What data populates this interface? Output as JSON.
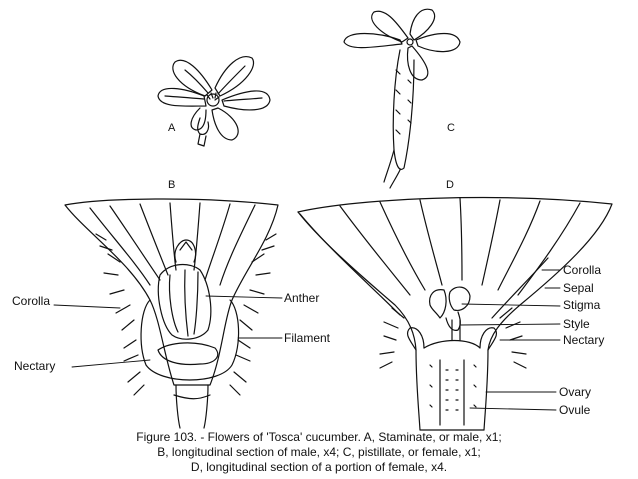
{
  "panels": {
    "a": "A",
    "b": "B",
    "c": "C",
    "d": "D"
  },
  "labels_b": {
    "corolla": "Corolla",
    "anther": "Anther",
    "filament": "Filament",
    "nectary": "Nectary"
  },
  "labels_d": {
    "corolla": "Corolla",
    "sepal": "Sepal",
    "stigma": "Stigma",
    "style": "Style",
    "nectary": "Nectary",
    "ovary": "Ovary",
    "ovule": "Ovule"
  },
  "caption": {
    "line1": "Figure 103. - Flowers of 'Tosca' cucumber. A, Staminate, or male, x1;",
    "line2": "B, longitudinal section of male, x4; C, pistillate, or female, x1;",
    "line3": "D, longitudinal section of a portion of female, x4."
  },
  "colors": {
    "ink": "#111111",
    "background": "#ffffff"
  }
}
